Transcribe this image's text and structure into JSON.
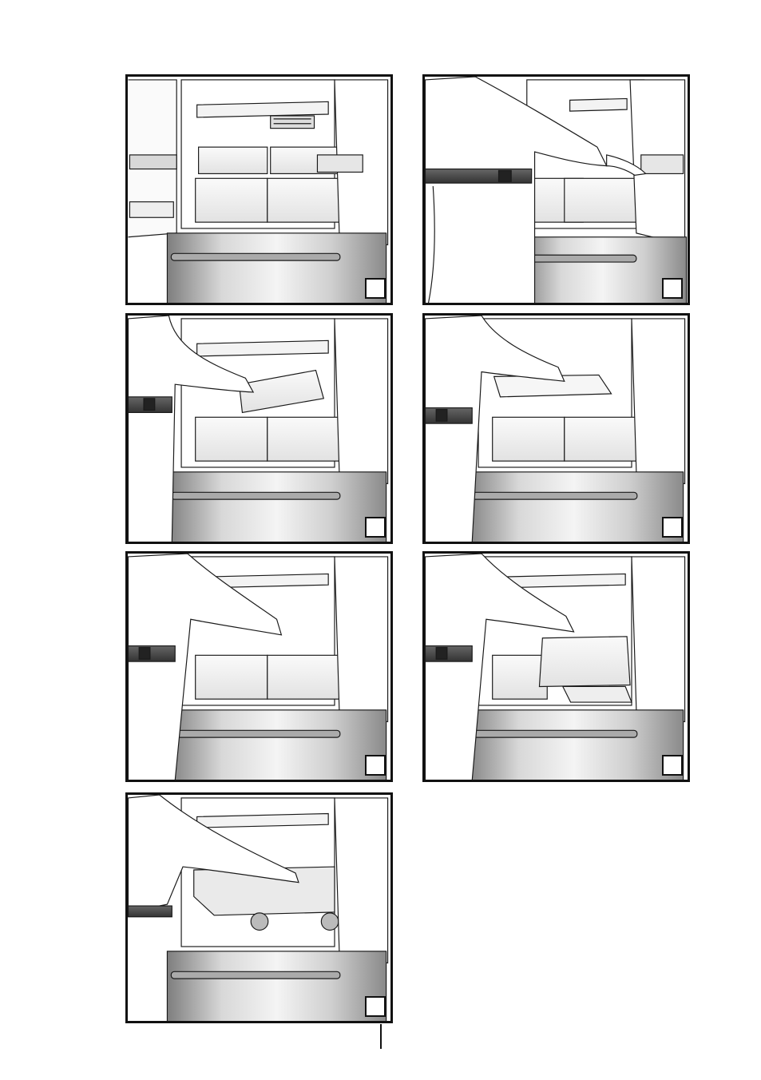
{
  "document": {
    "panels": [
      {
        "step_label": "",
        "illustration": "fridge-doors-open-shelves-visible"
      },
      {
        "step_label": "",
        "illustration": "person-removing-door-bin"
      },
      {
        "step_label": "",
        "illustration": "person-removing-upper-drawer"
      },
      {
        "step_label": "",
        "illustration": "person-removing-glass-shelf"
      },
      {
        "step_label": "",
        "illustration": "person-reaching-into-cabinet"
      },
      {
        "step_label": "",
        "illustration": "person-removing-crisper-drawer"
      },
      {
        "step_label": "",
        "illustration": "person-removing-bottom-cover"
      }
    ]
  },
  "colors": {
    "border": "#111111",
    "line": "#1a1a1a",
    "steel_light": "#f2f2f2",
    "steel_dark": "#8c8c8c"
  }
}
